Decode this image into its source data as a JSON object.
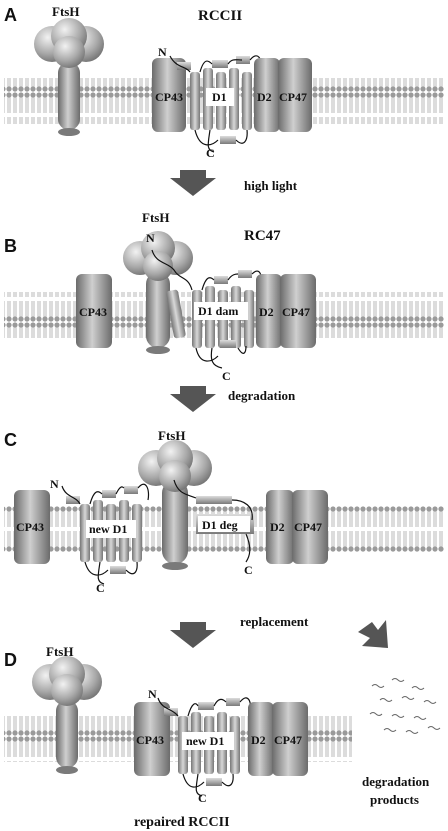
{
  "panels": {
    "A": {
      "letter": "A",
      "ftsh": "FtsH",
      "complex": "RCCII",
      "cp43": "CP43",
      "d1": "D1",
      "d2": "D2",
      "cp47": "CP47",
      "n": "N",
      "c": "C"
    },
    "B": {
      "letter": "B",
      "ftsh": "FtsH",
      "complex": "RC47",
      "cp43": "CP43",
      "d1": "D1 dam",
      "d2": "D2",
      "cp47": "CP47",
      "n": "N",
      "c": "C"
    },
    "C": {
      "letter": "C",
      "ftsh": "FtsH",
      "cp43": "CP43",
      "d1new": "new D1",
      "d1deg": "D1 deg",
      "d2": "D2",
      "cp47": "CP47",
      "n": "N",
      "c1": "C",
      "c2": "C"
    },
    "D": {
      "letter": "D",
      "ftsh": "FtsH",
      "cp43": "CP43",
      "d1": "new D1",
      "d2": "D2",
      "cp47": "CP47",
      "n": "N",
      "c": "C",
      "caption": "repaired RCCII"
    }
  },
  "steps": {
    "high_light": "high light",
    "degradation": "degradation",
    "replacement": "replacement",
    "products_line1": "degradation",
    "products_line2": "products"
  },
  "colors": {
    "protein_dark": "#6e6e6e",
    "protein_light": "#d6d6d6",
    "lipid": "#9a9a9a",
    "arrow": "#555555",
    "label_box": "#ffffff"
  }
}
